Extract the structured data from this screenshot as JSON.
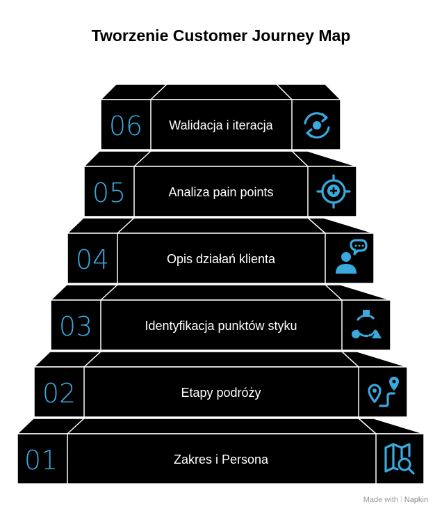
{
  "title": "Tworzenie Customer Journey Map",
  "steps": [
    {
      "number": "06",
      "label": "Walidacja i iteracja",
      "icon": "refresh-target-icon"
    },
    {
      "number": "05",
      "label": "Analiza pain points",
      "icon": "target-face-icon"
    },
    {
      "number": "04",
      "label": "Opis działań klienta",
      "icon": "person-speech-icon"
    },
    {
      "number": "03",
      "label": "Identyfikacja punktów styku",
      "icon": "touchpoints-cycle-icon"
    },
    {
      "number": "02",
      "label": "Etapy podróży",
      "icon": "route-pins-icon"
    },
    {
      "number": "01",
      "label": "Zakres i Persona",
      "icon": "map-search-icon"
    }
  ],
  "footer": {
    "made_with": "Made with",
    "brand": "Napkin"
  },
  "colors": {
    "step_fill": "#000000",
    "accent": "#3aa9dd",
    "label_text": "#ffffff"
  }
}
